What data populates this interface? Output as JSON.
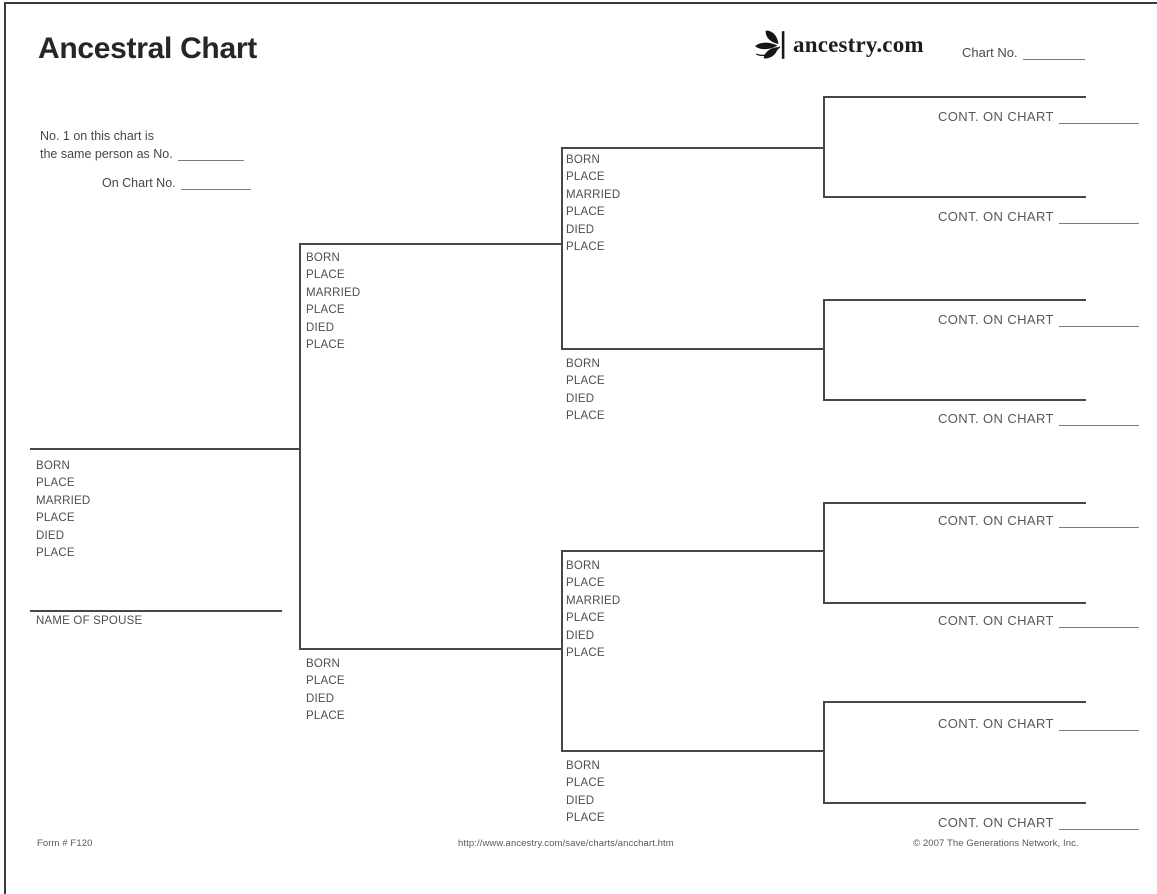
{
  "header": {
    "title": "Ancestral Chart",
    "logo_text": "ancestry.com",
    "logo_icon": "ancestry-leaves-icon",
    "chart_no_label": "Chart No.",
    "note_line1": "No. 1 on this chart is",
    "note_line2": "the same person as No.",
    "note_line3": "On Chart No."
  },
  "labels": {
    "full": [
      "BORN",
      "PLACE",
      "MARRIED",
      "PLACE",
      "DIED",
      "PLACE"
    ],
    "short": [
      "BORN",
      "PLACE",
      "DIED",
      "PLACE"
    ],
    "spouse": "NAME OF SPOUSE",
    "cont_on_chart": "CONT. ON CHART"
  },
  "footer": {
    "form_number": "Form # F120",
    "url": "http://www.ancestry.com/save/charts/ancchart.htm",
    "copyright": "© 2007 The Generations Network, Inc."
  },
  "colors": {
    "line": "#474747",
    "label_text": "#4e4e4e",
    "title_text": "#262626",
    "blank_line": "#7d7d7d"
  }
}
